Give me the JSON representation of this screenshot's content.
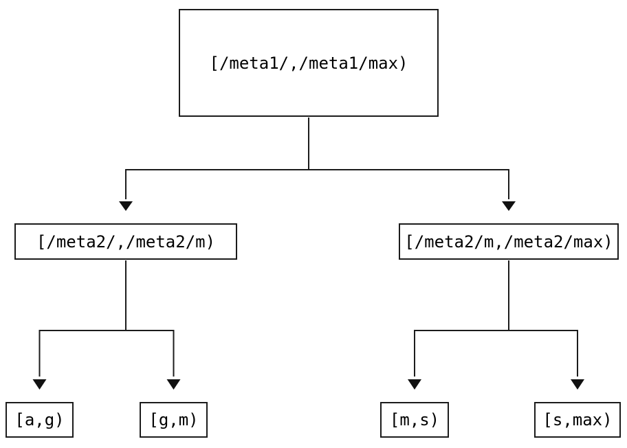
{
  "diagram": {
    "type": "tree",
    "root": {
      "label": "[/meta1/,/meta1/max)"
    },
    "children": [
      {
        "label": "[/meta2/,/meta2/m)"
      },
      {
        "label": "[/meta2/m,/meta2/max)"
      }
    ],
    "leaves": [
      {
        "label": "[a,g)"
      },
      {
        "label": "[g,m)"
      },
      {
        "label": "[m,s)"
      },
      {
        "label": "[s,max)"
      }
    ],
    "colors": {
      "line": "#1b1b1b",
      "border": "#1b1b1b",
      "background": "#ffffff",
      "text": "#000000"
    }
  }
}
